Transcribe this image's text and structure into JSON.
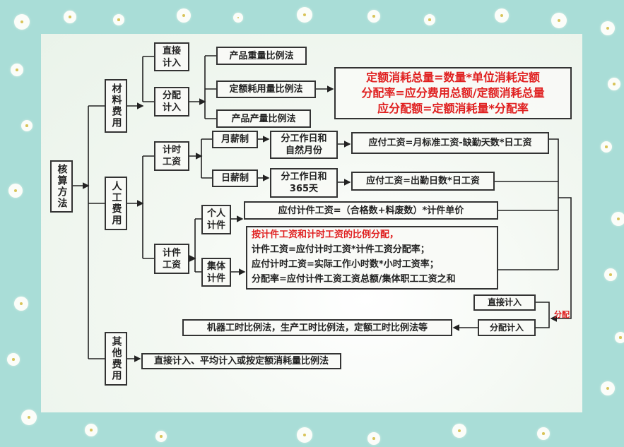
{
  "root": "核算方法",
  "categories": {
    "material": "材料费用",
    "labor": "人工费用",
    "other": "其他费用"
  },
  "material": {
    "direct": "直接计入",
    "allocated": "分配计入",
    "methods": [
      "产品重量比例法",
      "定额耗用量比例法",
      "产品产量比例法"
    ],
    "formulas": [
      "定额消耗总量=数量*单位消耗定额",
      "分配率=应分费用总额/定额消耗总量",
      "应分配额=定额消耗量*分配率"
    ]
  },
  "labor": {
    "time_wage": "计时工资",
    "monthly": "月薪制",
    "daily": "日薪制",
    "monthly_basis": "分工作日和自然月份",
    "daily_basis": "分工作日和365天",
    "monthly_formula": "应付工资=月标准工资-缺勤天数*日工资",
    "daily_formula": "应付工资=出勤日数*日工资",
    "piece_wage": "计件工资",
    "individual": "个人计件",
    "group": "集体计件",
    "individual_formula": "应付计件工资=（合格数+料废数）*计件单价",
    "group_title": "按计件工资和计时工资的比例分配，",
    "group_lines": [
      "计件工资=应付计时工资*计件工资分配率；",
      "应付计时工资=实际工作小时数*小时工资率；",
      "分配率=应付计件工资工资总额/集体职工工资之和"
    ],
    "allocation_label": "分配",
    "direct": "直接计入",
    "allocated": "分配计入",
    "allocation_methods": "机器工时比例法，生产工时比例法，定额工时比例法等"
  },
  "other": {
    "methods": "直接计入、平均计入或按定额消耗量比例法"
  },
  "colors": {
    "accent": "#e02020",
    "background": "#a9ddd7"
  }
}
